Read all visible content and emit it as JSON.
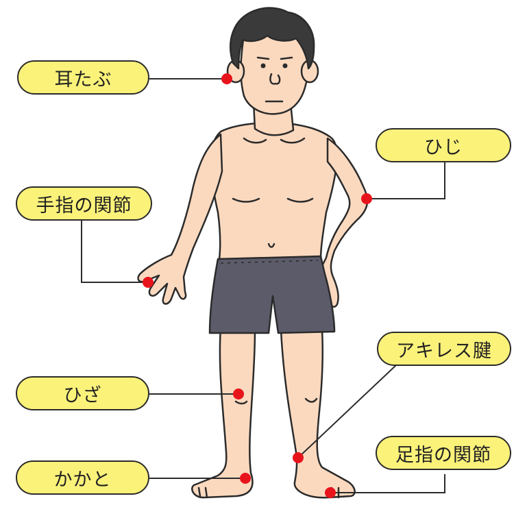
{
  "diagram": {
    "labels": [
      {
        "id": "earlobe",
        "text": "耳たぶ"
      },
      {
        "id": "elbow",
        "text": "ひじ"
      },
      {
        "id": "finger-joint",
        "text": "手指の関節"
      },
      {
        "id": "knee",
        "text": "ひざ"
      },
      {
        "id": "achilles",
        "text": "アキレス腱"
      },
      {
        "id": "heel",
        "text": "かかと"
      },
      {
        "id": "toe-joint",
        "text": "足指の関節"
      }
    ],
    "colors": {
      "label_fill": "#fbf27a",
      "marker": "#e8141c",
      "skin": "#fbd9bf",
      "shorts": "#5c5b6a",
      "hair": "#3a3a3a",
      "outline": "#2b2b2b"
    }
  }
}
